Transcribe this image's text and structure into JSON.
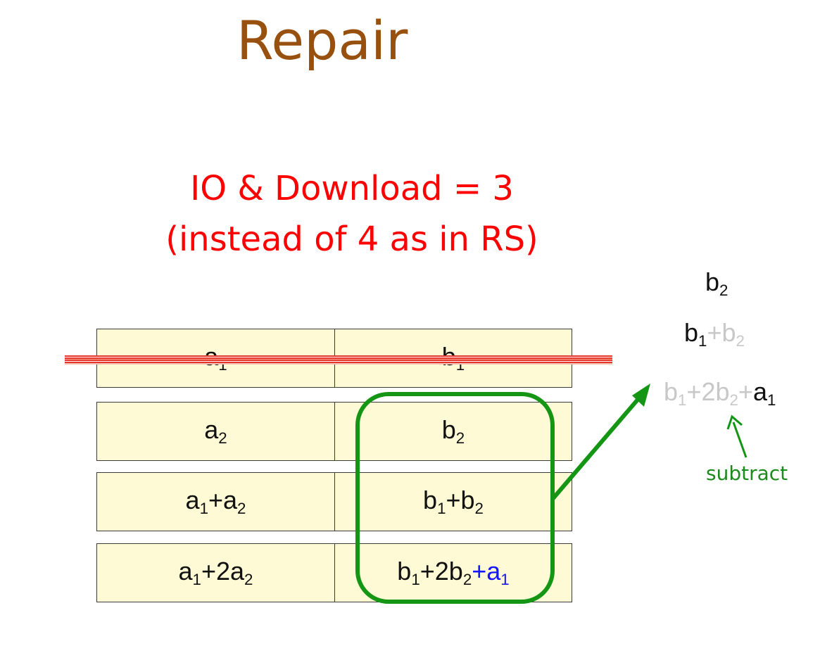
{
  "title": "Repair",
  "headline": {
    "line1": "IO & Download = 3",
    "line2": "(instead of 4 as in RS)"
  },
  "table": {
    "rows": [
      {
        "a": [
          [
            "a",
            "1"
          ]
        ],
        "b": [
          [
            "b",
            "1"
          ]
        ]
      },
      {
        "a": [
          [
            "a",
            "2"
          ]
        ],
        "b": [
          [
            "b",
            "2"
          ]
        ]
      },
      {
        "a": [
          [
            "a",
            "1"
          ],
          [
            "+a",
            "2"
          ]
        ],
        "b": [
          [
            "b",
            "1"
          ],
          [
            "+b",
            "2"
          ]
        ]
      },
      {
        "a": [
          [
            "a",
            "1"
          ],
          [
            "+2a",
            "2"
          ]
        ],
        "b": [
          [
            "b",
            "1"
          ],
          [
            "+2b",
            "2"
          ]
        ],
        "b_extra": [
          [
            "+a",
            "1"
          ]
        ]
      }
    ]
  },
  "side": {
    "line1": [
      [
        "b",
        "2"
      ]
    ],
    "line2": {
      "dark": [
        [
          "b",
          "1"
        ]
      ],
      "gray": [
        [
          "+b",
          "2"
        ]
      ]
    },
    "line3": {
      "gray": [
        [
          "b",
          "1"
        ],
        [
          "+2b",
          "2"
        ],
        [
          "+",
          ""
        ]
      ],
      "dark": [
        [
          "a",
          "1"
        ]
      ]
    }
  },
  "subtract_label": "subtract",
  "colors": {
    "title": "#98500e",
    "headline": "#ff0000",
    "cell_fill": "#fdfad5",
    "strike": "#e8342a",
    "group_box": "#149614",
    "arrow": "#149614",
    "blue_term": "#1515ff",
    "gray_term": "#c8c8c8"
  }
}
